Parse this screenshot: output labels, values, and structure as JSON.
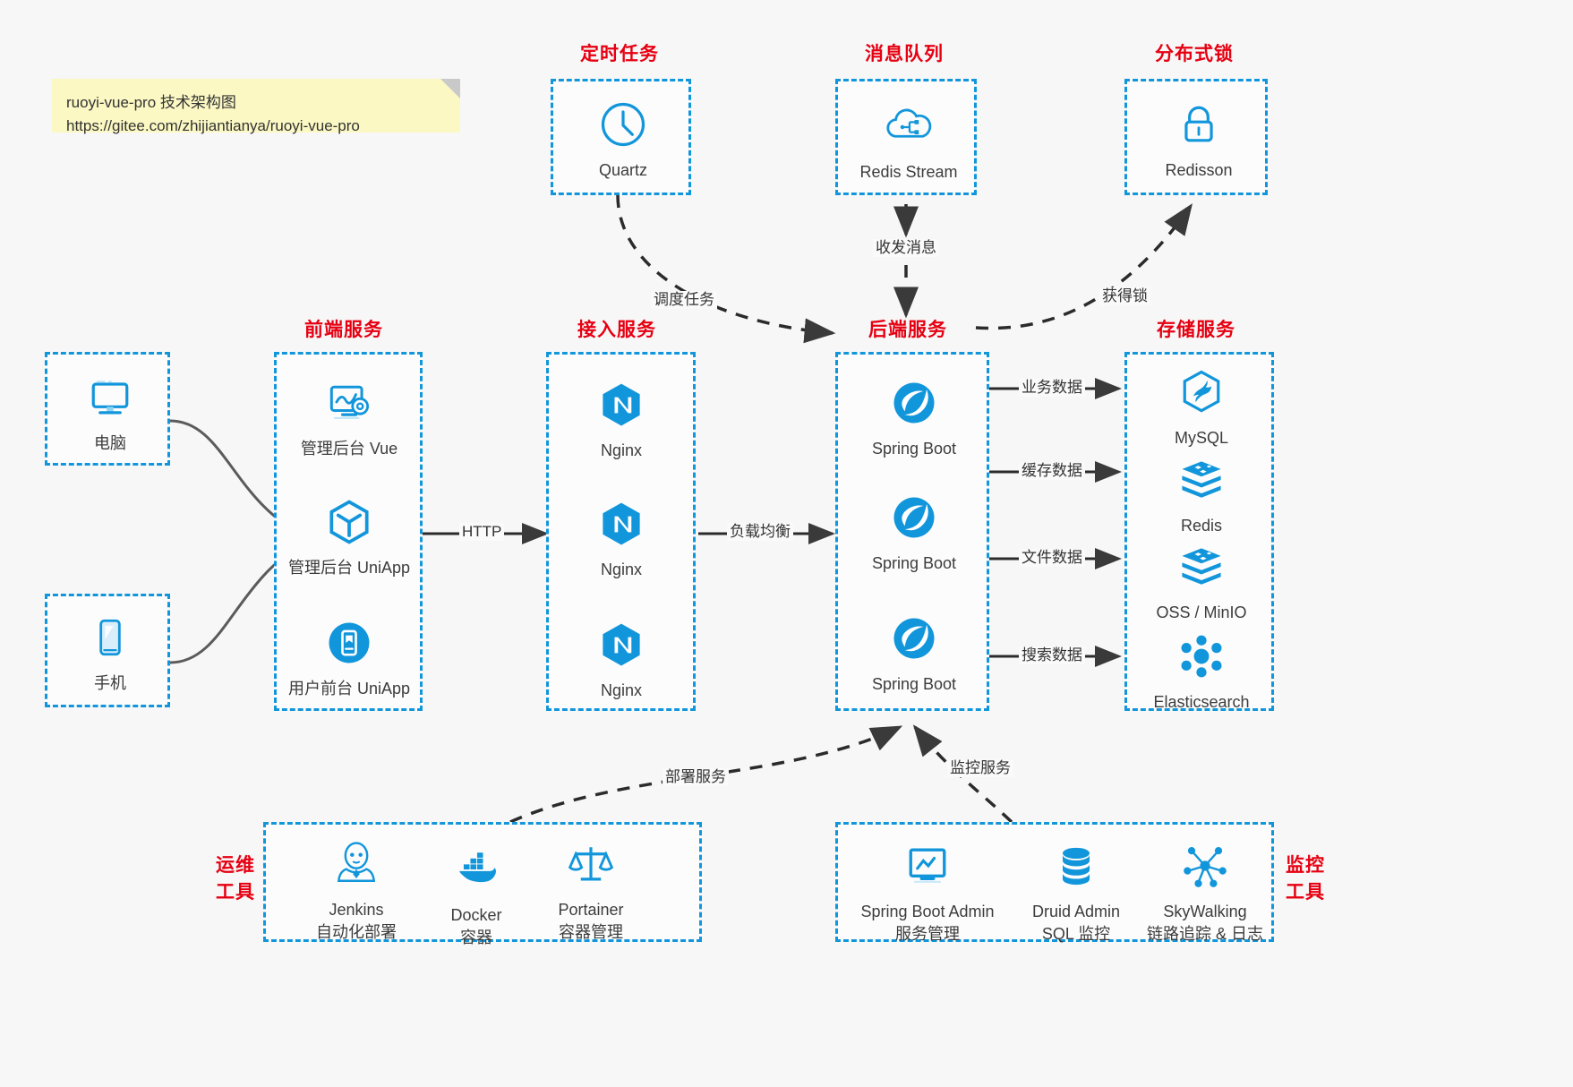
{
  "note": {
    "line1": "ruoyi-vue-pro 技术架构图",
    "line2": "https://gitee.com/zhijiantianya/ruoyi-vue-pro"
  },
  "colors": {
    "accent_blue": "#1296db",
    "title_red": "#e60012",
    "note_yellow": "#fbf8c3",
    "background": "#f7f7f7",
    "arrow_gray": "#555555",
    "text": "#3c3c3c"
  },
  "groups": {
    "scheduler": {
      "title": "定时任务",
      "nodes": [
        {
          "label": "Quartz",
          "icon": "clock-icon"
        }
      ]
    },
    "mq": {
      "title": "消息队列",
      "nodes": [
        {
          "label": "Redis Stream",
          "icon": "cloud-stream-icon"
        }
      ]
    },
    "lock": {
      "title": "分布式锁",
      "nodes": [
        {
          "label": "Redisson",
          "icon": "padlock-icon"
        }
      ]
    },
    "clients": {
      "nodes": [
        {
          "label": "电脑",
          "icon": "desktop-icon"
        },
        {
          "label": "手机",
          "icon": "mobile-icon"
        }
      ]
    },
    "frontend": {
      "title": "前端服务",
      "nodes": [
        {
          "label": "管理后台 Vue",
          "icon": "dashboard-gear-icon"
        },
        {
          "label": "管理后台 UniApp",
          "icon": "hexagon-cube-icon"
        },
        {
          "label": "用户前台 UniApp",
          "icon": "app-phone-icon"
        }
      ]
    },
    "gateway": {
      "title": "接入服务",
      "nodes": [
        {
          "label": "Nginx",
          "icon": "nginx-icon"
        },
        {
          "label": "Nginx",
          "icon": "nginx-icon"
        },
        {
          "label": "Nginx",
          "icon": "nginx-icon"
        }
      ]
    },
    "backend": {
      "title": "后端服务",
      "nodes": [
        {
          "label": "Spring Boot",
          "icon": "spring-leaf-icon"
        },
        {
          "label": "Spring Boot",
          "icon": "spring-leaf-icon"
        },
        {
          "label": "Spring Boot",
          "icon": "spring-leaf-icon"
        }
      ]
    },
    "storage": {
      "title": "存储服务",
      "nodes": [
        {
          "label": "MySQL",
          "icon": "mysql-dolphin-icon"
        },
        {
          "label": "Redis",
          "icon": "redis-stack-icon"
        },
        {
          "label": "OSS / MinIO",
          "icon": "oss-stack-icon"
        },
        {
          "label": "Elasticsearch",
          "icon": "elasticsearch-icon"
        }
      ]
    },
    "devops": {
      "title_line1": "运维",
      "title_line2": "工具",
      "nodes": [
        {
          "label": "Jenkins",
          "sublabel": "自动化部署",
          "icon": "jenkins-butler-icon"
        },
        {
          "label": "Docker",
          "sublabel": "容器",
          "icon": "docker-whale-icon"
        },
        {
          "label": "Portainer",
          "sublabel": "容器管理",
          "icon": "portainer-scale-icon"
        }
      ]
    },
    "monitor": {
      "title_line1": "监控",
      "title_line2": "工具",
      "nodes": [
        {
          "label": "Spring Boot Admin",
          "sublabel": "服务管理",
          "icon": "monitor-chart-icon"
        },
        {
          "label": "Druid Admin",
          "sublabel": "SQL 监控",
          "icon": "database-stack-icon"
        },
        {
          "label": "SkyWalking",
          "sublabel": "链路追踪 & 日志",
          "icon": "skywalking-net-icon"
        }
      ]
    }
  },
  "edges": [
    {
      "label": "HTTP",
      "from": "frontend",
      "to": "gateway"
    },
    {
      "label": "负载均衡",
      "from": "gateway",
      "to": "backend"
    },
    {
      "label": "调度任务",
      "from": "scheduler",
      "to": "backend"
    },
    {
      "label": "收发消息",
      "from": "mq",
      "to": "backend"
    },
    {
      "label": "获得锁",
      "from": "backend",
      "to": "lock"
    },
    {
      "label": "业务数据",
      "from": "backend",
      "to": "mysql"
    },
    {
      "label": "缓存数据",
      "from": "backend",
      "to": "redis"
    },
    {
      "label": "文件数据",
      "from": "backend",
      "to": "oss"
    },
    {
      "label": "搜索数据",
      "from": "backend",
      "to": "elasticsearch"
    },
    {
      "label": "部署服务",
      "from": "devops",
      "to": "backend"
    },
    {
      "label": "监控服务",
      "from": "monitor",
      "to": "backend"
    }
  ]
}
